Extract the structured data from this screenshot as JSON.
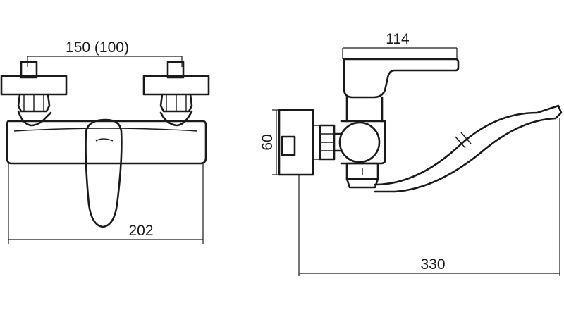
{
  "dimensions": {
    "inlet_spacing": "150 (100)",
    "body_width": "202",
    "lever_length": "114",
    "wall_flange": "60",
    "spout_reach": "330"
  },
  "colors": {
    "line": "#1a1a1a",
    "background": "#ffffff"
  }
}
